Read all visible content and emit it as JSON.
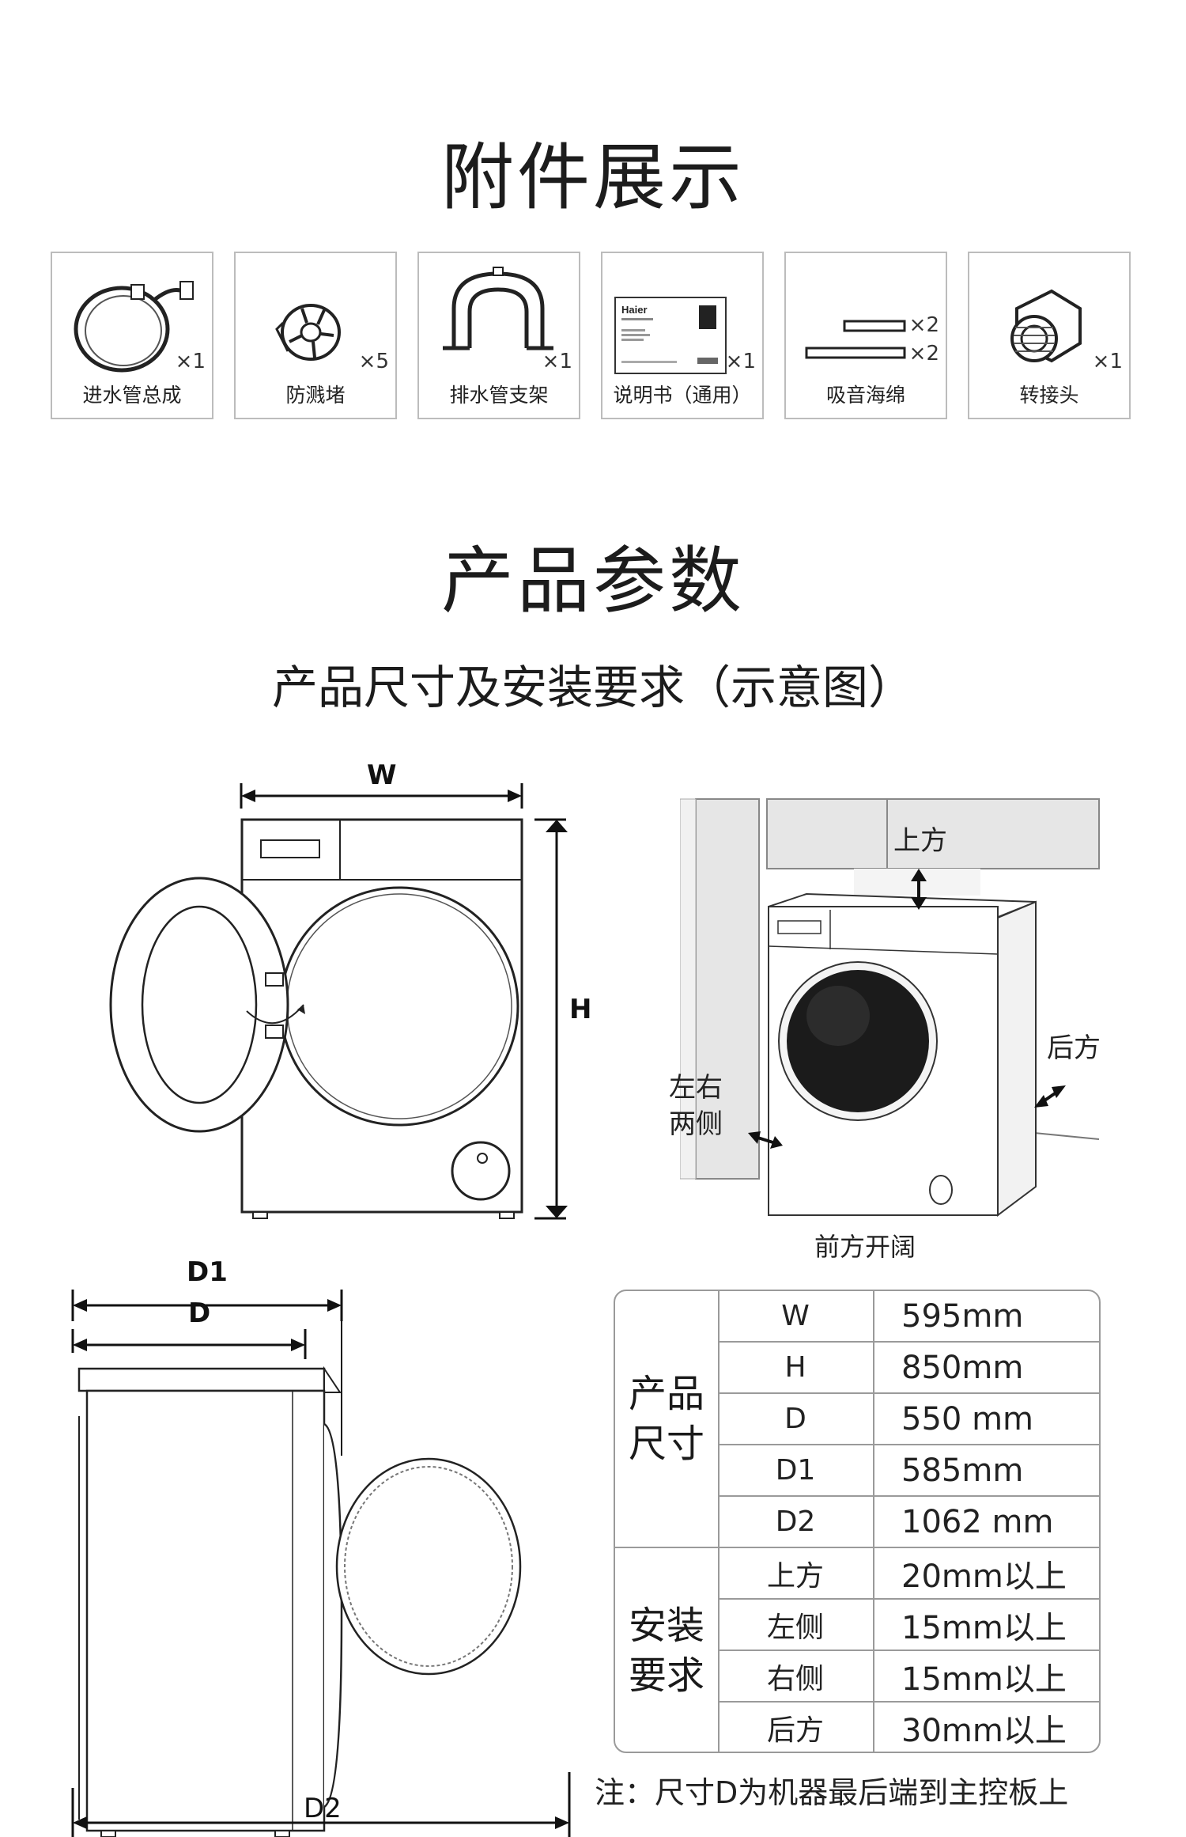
{
  "accessories_title": "附件展示",
  "accessories": [
    {
      "name": "进水管总成",
      "qty": "×1",
      "icon": "inlet-hose-icon"
    },
    {
      "name": "防溅堵",
      "qty": "×5",
      "icon": "splash-plug-icon"
    },
    {
      "name": "排水管支架",
      "qty": "×1",
      "icon": "drain-hose-bracket-icon"
    },
    {
      "name": "说明书（通用）",
      "qty": "×1",
      "icon": "manual-icon",
      "brand": "Haier"
    },
    {
      "name": "吸音海绵",
      "qty": "×2",
      "qty2": "×2",
      "icon": "sound-sponge-icon"
    },
    {
      "name": "转接头",
      "qty": "×1",
      "icon": "adapter-fitting-icon"
    }
  ],
  "params_title": "产品参数",
  "params_subtitle": "产品尺寸及安装要求（示意图）",
  "front_diagram": {
    "w_label": "W",
    "h_label": "H"
  },
  "install_diagram": {
    "top_label": "上方",
    "back_label": "后方",
    "side_label_1": "左右",
    "side_label_2": "两侧",
    "front_label": "前方开阔"
  },
  "side_diagram": {
    "d1_label": "D1",
    "d_label": "D",
    "d2_label": "D2"
  },
  "spec_table": {
    "group1": "产品\n尺寸",
    "group2": "安装\n要求",
    "rows": [
      {
        "key": "W",
        "value": "595mm"
      },
      {
        "key": "H",
        "value": "850mm"
      },
      {
        "key": "D",
        "value": "550 mm"
      },
      {
        "key": "D1",
        "value": "585mm"
      },
      {
        "key": "D2",
        "value": "1062 mm"
      },
      {
        "key": "上方",
        "value": "20mm以上"
      },
      {
        "key": "左侧",
        "value": "15mm以上"
      },
      {
        "key": "右侧",
        "value": "15mm以上"
      },
      {
        "key": "后方",
        "value": "30mm以上"
      }
    ]
  },
  "note": "注：尺寸D为机器最后端到主控板上"
}
